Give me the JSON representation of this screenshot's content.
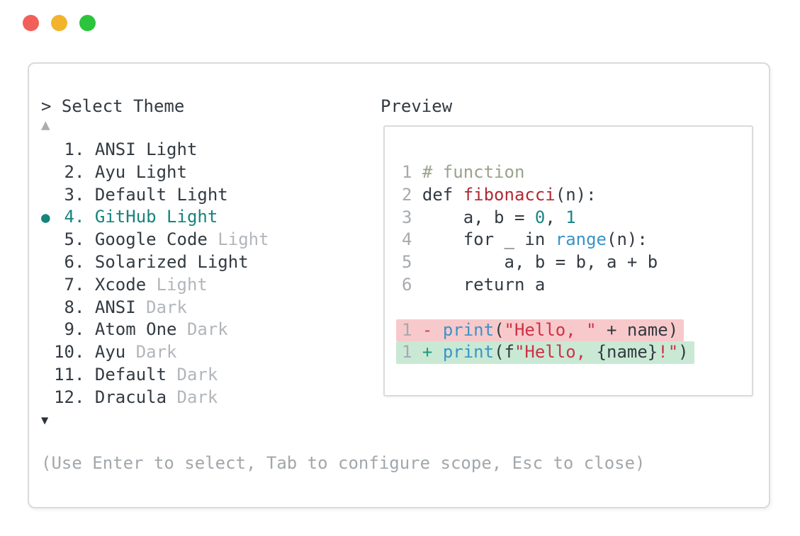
{
  "colors": {
    "accent": "#16837c",
    "text_dark": "#333a41",
    "text_muted": "#b2b6ba",
    "help_text": "#a2a7ab",
    "scroll_up": "#a8adb1",
    "scroll_down": "#2b3137",
    "border": "#d8dadc",
    "lineno": "#a6aaae",
    "comment": "#9aa38c",
    "func_red": "#b02a35",
    "builtin_blue": "#3b93c7",
    "num_teal": "#1b8584",
    "string_red": "#cd3246",
    "plus_green": "#1d9b7e",
    "minus_red": "#d23b52",
    "diff_add_bg": "#c9e9d4",
    "diff_del_bg": "#f8c9cb"
  },
  "window": {
    "controls": [
      {
        "name": "close",
        "color": "#f2605a"
      },
      {
        "name": "minimize",
        "color": "#f2b42d"
      },
      {
        "name": "zoom",
        "color": "#2bc43c"
      }
    ]
  },
  "icons": {
    "scroll_up": "▲",
    "scroll_down": "▼",
    "selected_bullet": "●"
  },
  "theme_picker": {
    "prompt_symbol": ">",
    "title": "Select Theme",
    "items": [
      {
        "number": "1",
        "label": "ANSI Light",
        "suffix": "",
        "selected": false
      },
      {
        "number": "2",
        "label": "Ayu Light",
        "suffix": "",
        "selected": false
      },
      {
        "number": "3",
        "label": "Default Light",
        "suffix": "",
        "selected": false
      },
      {
        "number": "4",
        "label": "GitHub Light",
        "suffix": "",
        "selected": true
      },
      {
        "number": "5",
        "label": "Google Code",
        "suffix": "Light",
        "selected": false
      },
      {
        "number": "6",
        "label": "Solarized Light",
        "suffix": "",
        "selected": false
      },
      {
        "number": "7",
        "label": "Xcode",
        "suffix": "Light",
        "selected": false
      },
      {
        "number": "8",
        "label": "ANSI",
        "suffix": "Dark",
        "selected": false
      },
      {
        "number": "9",
        "label": "Atom One",
        "suffix": "Dark",
        "selected": false
      },
      {
        "number": "10",
        "label": "Ayu",
        "suffix": "Dark",
        "selected": false
      },
      {
        "number": "11",
        "label": "Default",
        "suffix": "Dark",
        "selected": false
      },
      {
        "number": "12",
        "label": "Dracula",
        "suffix": "Dark",
        "selected": false
      }
    ]
  },
  "preview": {
    "title": "Preview",
    "lines": [
      {
        "no": "1",
        "diff": "",
        "segments": [
          {
            "t": "# function",
            "c": "comment"
          }
        ]
      },
      {
        "no": "2",
        "diff": "",
        "segments": [
          {
            "t": "def ",
            "c": "plain"
          },
          {
            "t": "fibonacci",
            "c": "func"
          },
          {
            "t": "(n):",
            "c": "plain"
          }
        ]
      },
      {
        "no": "3",
        "diff": "",
        "segments": [
          {
            "t": "    a, b = ",
            "c": "plain"
          },
          {
            "t": "0",
            "c": "num"
          },
          {
            "t": ", ",
            "c": "plain"
          },
          {
            "t": "1",
            "c": "num"
          }
        ]
      },
      {
        "no": "4",
        "diff": "",
        "segments": [
          {
            "t": "    for _ in ",
            "c": "plain"
          },
          {
            "t": "range",
            "c": "builtin"
          },
          {
            "t": "(n):",
            "c": "plain"
          }
        ]
      },
      {
        "no": "5",
        "diff": "",
        "segments": [
          {
            "t": "        a, b = b, a + b",
            "c": "plain"
          }
        ]
      },
      {
        "no": "6",
        "diff": "",
        "segments": [
          {
            "t": "    return a",
            "c": "plain"
          }
        ]
      },
      {
        "no": "",
        "diff": "",
        "segments": []
      },
      {
        "no": "1",
        "diff": "removed",
        "segments": [
          {
            "t": "- ",
            "c": "minus"
          },
          {
            "t": "print",
            "c": "builtin"
          },
          {
            "t": "(",
            "c": "plain"
          },
          {
            "t": "\"Hello, \"",
            "c": "string"
          },
          {
            "t": " + name)",
            "c": "plain"
          }
        ]
      },
      {
        "no": "1",
        "diff": "added",
        "segments": [
          {
            "t": "+ ",
            "c": "plus"
          },
          {
            "t": "print",
            "c": "builtin"
          },
          {
            "t": "(f",
            "c": "plain"
          },
          {
            "t": "\"Hello, ",
            "c": "string"
          },
          {
            "t": "{name}",
            "c": "plain"
          },
          {
            "t": "!\"",
            "c": "string"
          },
          {
            "t": ")",
            "c": "plain"
          }
        ]
      }
    ]
  },
  "help_text": "(Use Enter to select, Tab to configure scope, Esc to close)"
}
